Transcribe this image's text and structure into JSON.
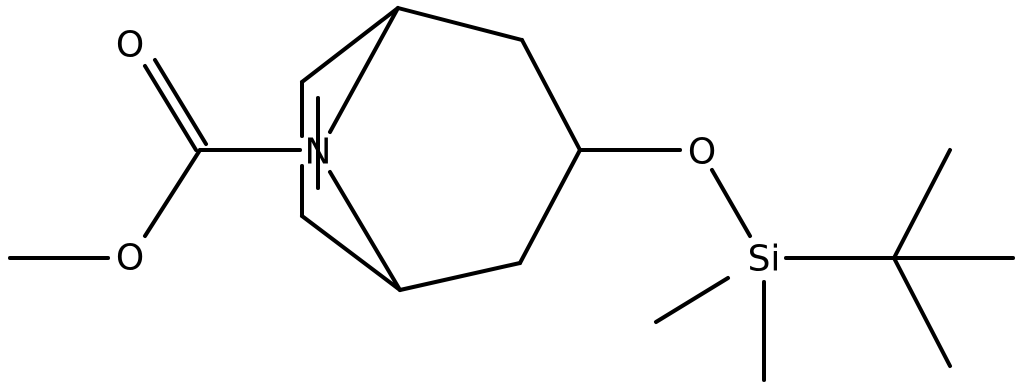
{
  "molecule": {
    "atoms": {
      "carbonyl_oxygen": "O",
      "ester_oxygen": "O",
      "nitrogen": "N",
      "ether_oxygen": "O",
      "silicon": "Si"
    }
  },
  "colors": {
    "bond": "#000000",
    "label": "#000000",
    "background": "#ffffff"
  }
}
